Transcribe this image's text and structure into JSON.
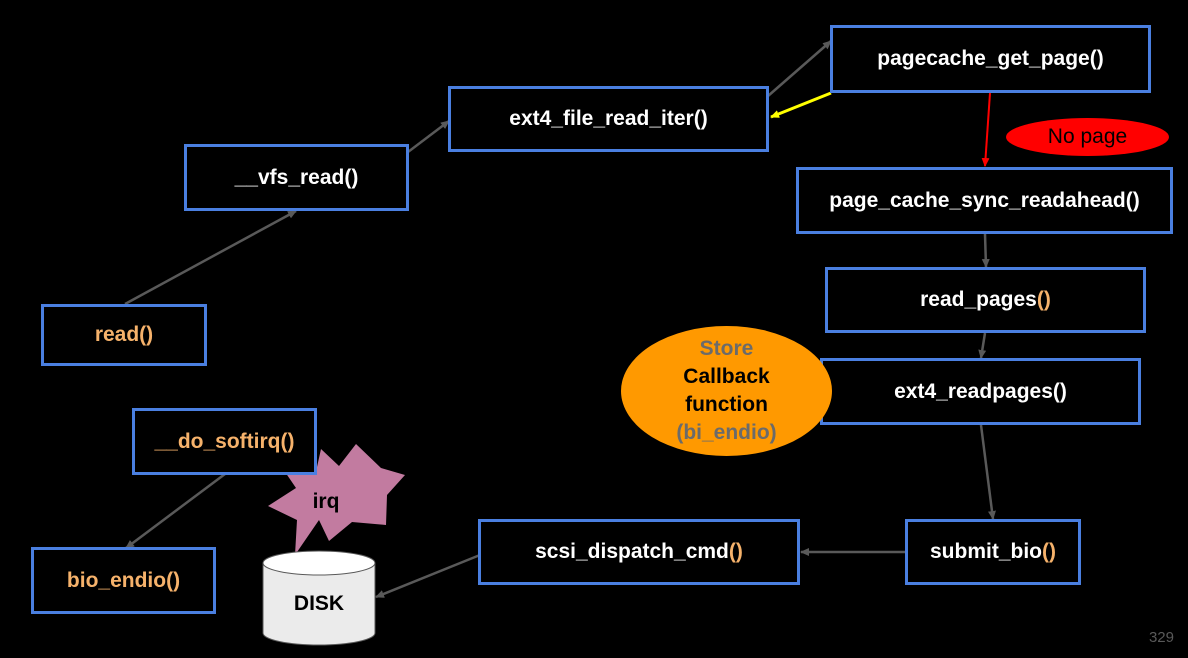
{
  "nodes": {
    "read": "read()",
    "vfs_read": "__vfs_read()",
    "ext4_file_read_iter": "ext4_file_read_iter()",
    "pagecache_get_page": "pagecache_get_page()",
    "page_cache_sync_readahead": "page_cache_sync_readahead()",
    "read_pages_name": "read_pages",
    "read_pages_paren": "()",
    "ext4_readpages": "ext4_readpages()",
    "submit_bio_name": "submit_bio",
    "submit_bio_paren": "()",
    "scsi_dispatch_cmd_name": "scsi_dispatch_cmd",
    "scsi_dispatch_cmd_paren": "()",
    "do_softirq": "__do_softirq()",
    "bio_endio": "bio_endio()"
  },
  "no_page_label": "No page",
  "callback_note": {
    "line1": "Store",
    "line2": "Callback",
    "line3": "function",
    "line4": "(bi_endio)"
  },
  "irq_label": "irq",
  "disk_label": "DISK",
  "page_number": "329",
  "colors": {
    "box_border": "#4a7fe0",
    "arrow": "#595959",
    "return_arrow": "#ffff00",
    "no_page_arrow": "#ff0000",
    "orange_text": "#f6b26b",
    "callback_fill": "#ff9900",
    "irq_fill": "#c27ba0"
  }
}
